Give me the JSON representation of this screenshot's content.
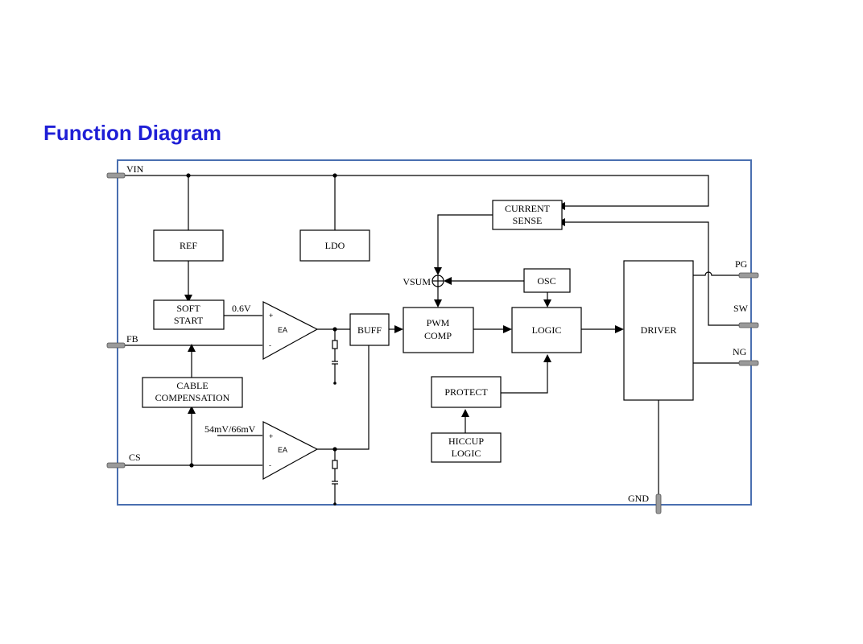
{
  "title": "Function Diagram",
  "colors": {
    "title": "#1f1fd6",
    "border": "#4a6fb0",
    "line": "#000000",
    "pin": "#9a9a9a"
  },
  "pins": {
    "vin": "VIN",
    "fb": "FB",
    "cs": "CS",
    "pg": "PG",
    "sw": "SW",
    "ng": "NG",
    "gnd": "GND"
  },
  "blocks": {
    "ref": "REF",
    "ldo": "LDO",
    "soft_start": [
      "SOFT",
      "START"
    ],
    "cable_comp": [
      "CABLE",
      "COMPENSATION"
    ],
    "ea1": "EA",
    "ea2": "EA",
    "buff": "BUFF",
    "pwm_comp": [
      "PWM",
      "COMP"
    ],
    "current_sense": [
      "CURRENT",
      "SENSE"
    ],
    "osc": "OSC",
    "logic": "LOGIC",
    "protect": "PROTECT",
    "hiccup": [
      "HICCUP",
      "LOGIC"
    ],
    "driver": "DRIVER"
  },
  "labels": {
    "ref_voltage": "0.6V",
    "cs_threshold": "54mV/66mV",
    "vsum": "VSUM",
    "plus": "+",
    "minus": "-"
  }
}
